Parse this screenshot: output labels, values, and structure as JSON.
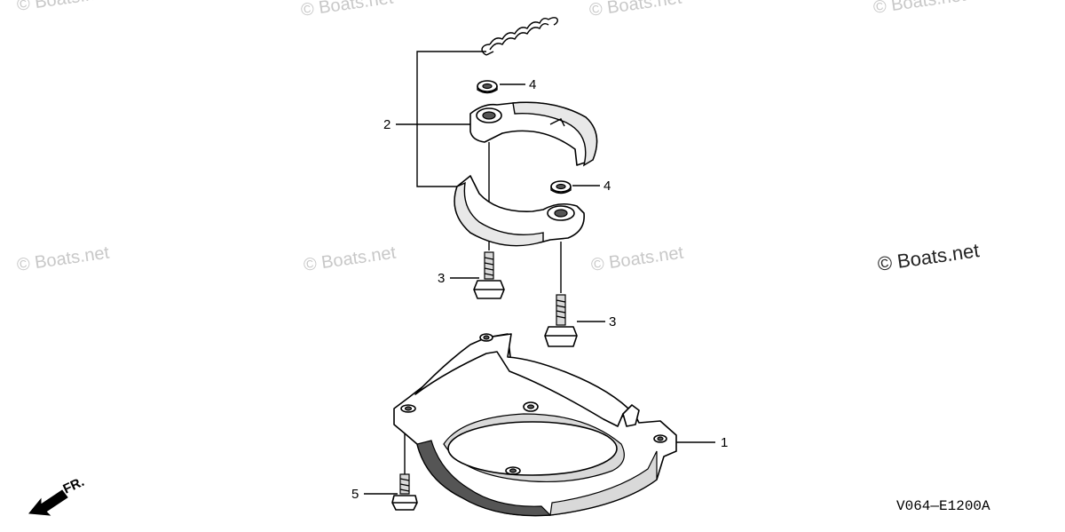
{
  "watermarks": {
    "small": "© Boats.net",
    "main": "© Boats.net"
  },
  "callouts": {
    "housing": "1",
    "brake_shoe": "2",
    "bolt_left": "3",
    "bolt_right": "3",
    "washer_top": "4",
    "washer_mid": "4",
    "screw": "5"
  },
  "direction_label": "FR.",
  "diagram_code": "V064—E1200A"
}
